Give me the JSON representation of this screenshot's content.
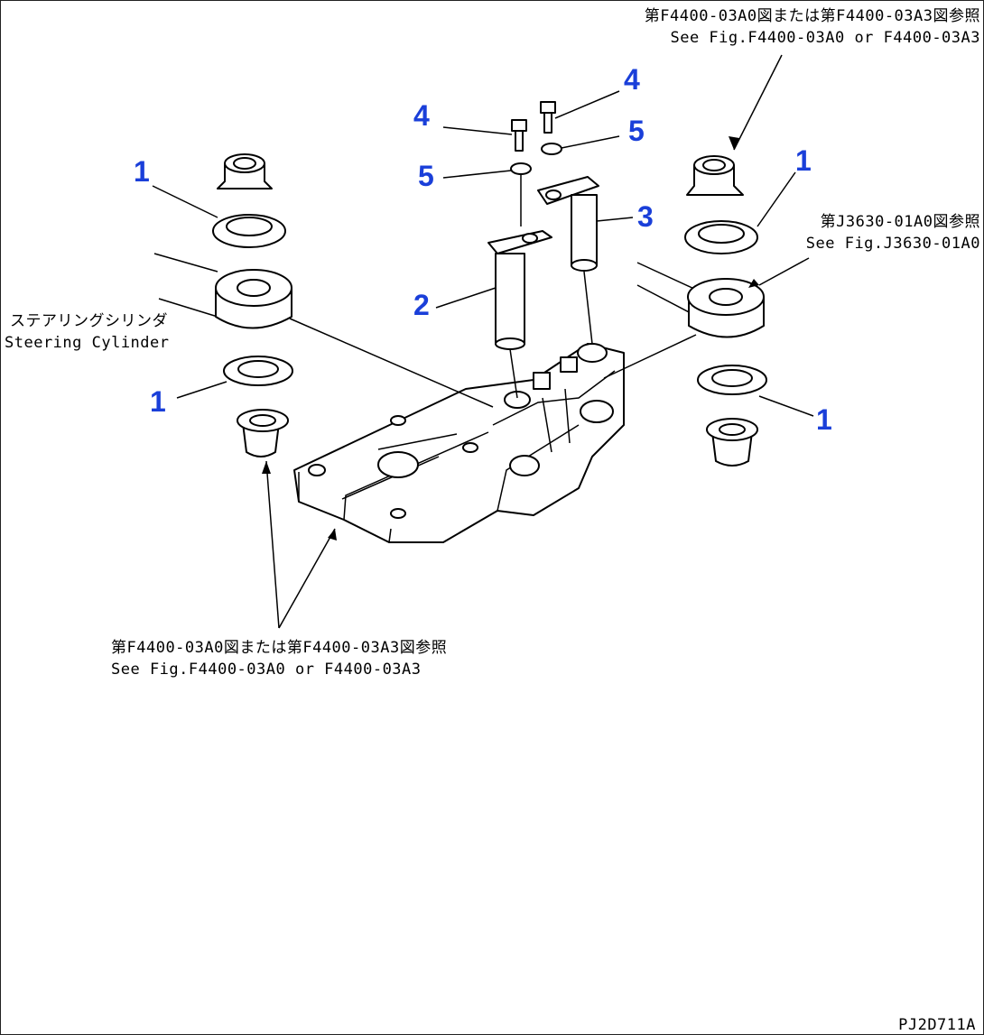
{
  "callouts": {
    "c1a": "1",
    "c1b": "1",
    "c1c": "1",
    "c1d": "1",
    "c2": "2",
    "c3": "3",
    "c4a": "4",
    "c4b": "4",
    "c5a": "5",
    "c5b": "5"
  },
  "labels": {
    "top_right_jp": "第F4400-03A0図または第F4400-03A3図参照",
    "top_right_en": "See Fig.F4400-03A0 or F4400-03A3",
    "mid_right_jp": "第J3630-01A0図参照",
    "mid_right_en": "See Fig.J3630-01A0",
    "steering_jp": "ステアリングシリンダ",
    "steering_en": "Steering Cylinder",
    "bottom_jp": "第F4400-03A0図または第F4400-03A3図参照",
    "bottom_en": "See Fig.F4400-03A0 or F4400-03A3",
    "drawing_code": "PJ2D711A"
  },
  "colors": {
    "callout": "#1a3fd9",
    "line": "#000000",
    "background": "#ffffff"
  }
}
